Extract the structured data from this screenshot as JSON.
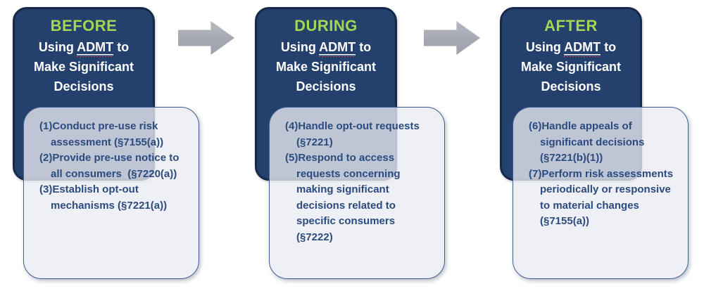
{
  "colors": {
    "stage_card_fill": "#24406C",
    "stage_card_border": "#16294A",
    "stage_label_green": "#A3D655",
    "subtitle_white": "#FFFFFF",
    "list_text_navy": "#2B4B7E",
    "list_card_fill": "#EFF1F4",
    "list_card_border": "#3D5D92",
    "arrow_gray": "#A5A7B2",
    "background": "#FFFFFF",
    "spellcheck_squiggle_red": "#D84040"
  },
  "panels": [
    {
      "stage": "BEFORE",
      "subtitle": {
        "pre": "Using",
        "term": "ADMT",
        "post": "to",
        "line2": "Make Significant",
        "line3": "Decisions"
      },
      "items": [
        "(1)Conduct pre-use risk\nassessment (§7155(a))",
        "(2)Provide pre-use notice to\nall consumers  (§7220(a))",
        "(3)Establish opt-out\nmechanisms (§7221(a))"
      ]
    },
    {
      "stage": "DURING",
      "subtitle": {
        "pre": "Using",
        "term": "ADMT",
        "post": "to",
        "line2": "Make Significant",
        "line3": "Decisions"
      },
      "items": [
        "(4)Handle opt-out requests\n(§7221)",
        "(5)Respond to access\nrequests concerning\nmaking significant\ndecisions related to\nspecific consumers\n(§7222)"
      ]
    },
    {
      "stage": "AFTER",
      "subtitle": {
        "pre": "Using",
        "term": "ADMT",
        "post": "to",
        "line2": "Make Significant",
        "line3": "Decisions"
      },
      "items": [
        "(6)Handle appeals of\nsignificant decisions\n(§7221(b)(1))",
        "(7)Perform risk assessments\nperiodically or responsive\nto material changes\n(§7155(a))"
      ]
    }
  ]
}
